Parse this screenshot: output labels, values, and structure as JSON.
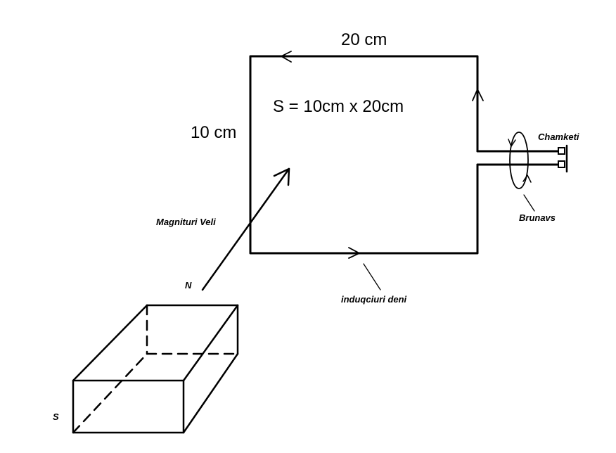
{
  "labels": {
    "top_length": "20 cm",
    "side_length": "10 cm",
    "area_formula": "S = 10cm x 20cm",
    "terminals": "Chamketi",
    "hand_rule": "Brunavs",
    "magnetic_field": "Magnituri Veli",
    "north_pole": "N",
    "south_pole": "S",
    "induced_current": "induqciuri deni"
  }
}
